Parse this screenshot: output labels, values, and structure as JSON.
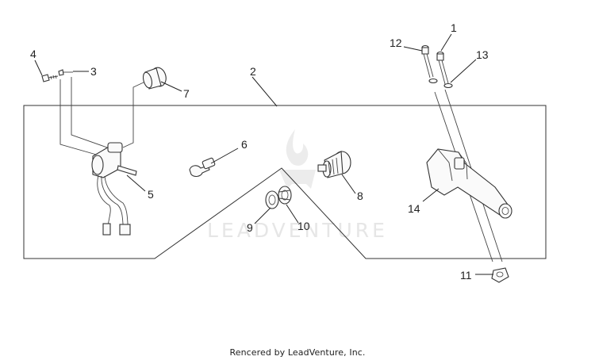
{
  "diagram": {
    "callouts": [
      {
        "id": "c1",
        "text": "1"
      },
      {
        "id": "c2",
        "text": "2"
      },
      {
        "id": "c3",
        "text": "3"
      },
      {
        "id": "c4",
        "text": "4"
      },
      {
        "id": "c5",
        "text": "5"
      },
      {
        "id": "c6",
        "text": "6"
      },
      {
        "id": "c7",
        "text": "7"
      },
      {
        "id": "c8",
        "text": "8"
      },
      {
        "id": "c9",
        "text": "9"
      },
      {
        "id": "c10",
        "text": "10"
      },
      {
        "id": "c11",
        "text": "11"
      },
      {
        "id": "c12",
        "text": "12"
      },
      {
        "id": "c13",
        "text": "13"
      },
      {
        "id": "c14",
        "text": "14"
      }
    ],
    "watermark": "LEADVENTURE",
    "footer": "Rencered by LeadVenture, Inc."
  }
}
